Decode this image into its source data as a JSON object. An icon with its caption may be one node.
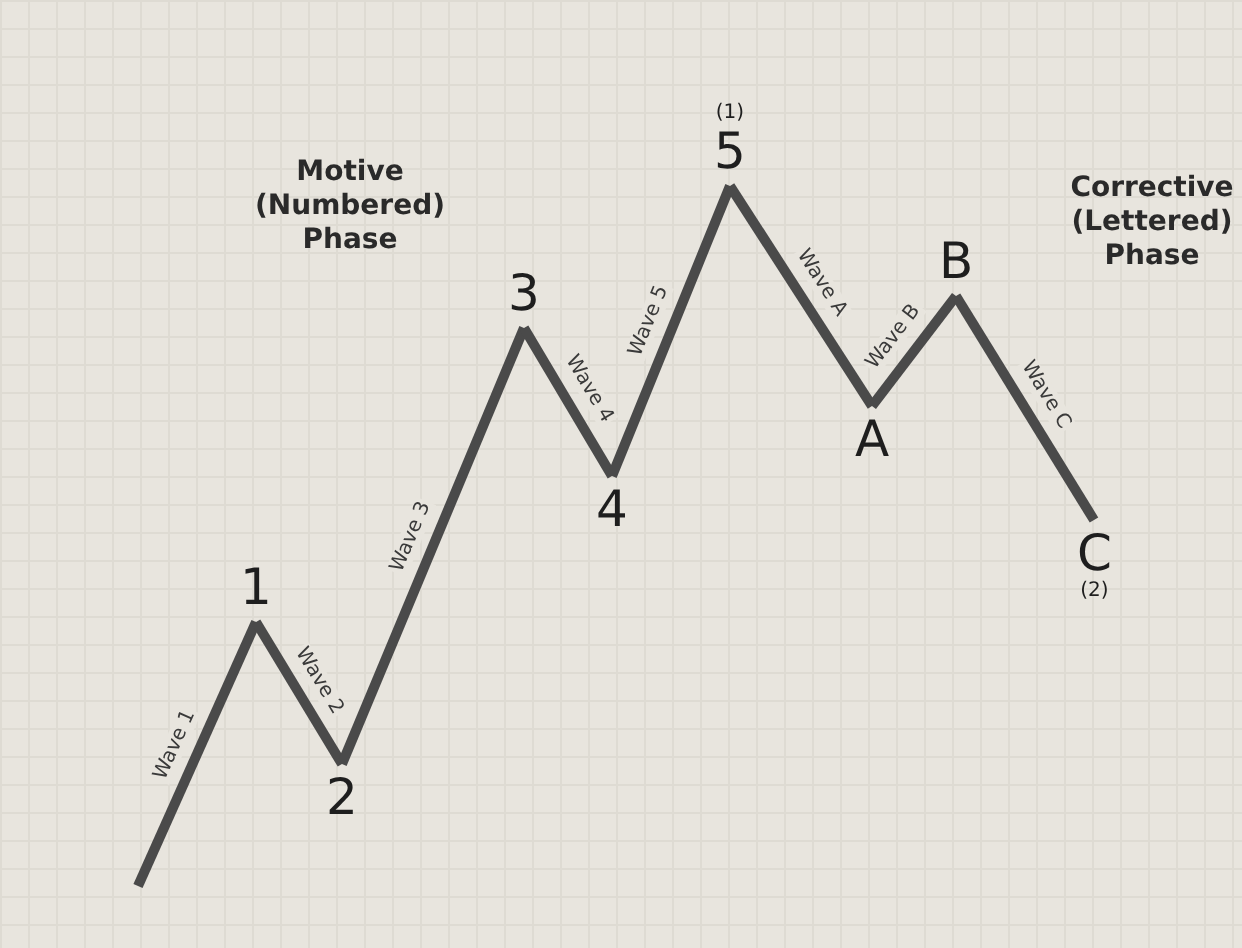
{
  "diagram": {
    "nodes": [
      {
        "text": [
          "1"
        ]
      },
      {
        "text": [
          "2"
        ]
      },
      {
        "text": [
          "3"
        ]
      },
      {
        "text": [
          "4"
        ]
      },
      {
        "text": [
          "5"
        ],
        "beside": [
          "(1)"
        ]
      },
      {
        "text": [
          "A"
        ]
      },
      {
        "text": [
          "B"
        ]
      },
      {
        "text": [
          "C"
        ],
        "beside": [
          "(2)"
        ]
      }
    ],
    "edges": [
      {
        "from": null,
        "to": 0,
        "arrow": "none",
        "label": "Wave 1"
      },
      {
        "from": 0,
        "to": 1,
        "arrow": "none",
        "label": "Wave 2"
      },
      {
        "from": 1,
        "to": 2,
        "arrow": "none",
        "label": "Wave 3"
      },
      {
        "from": 2,
        "to": 3,
        "arrow": "none",
        "label": "Wave 4"
      },
      {
        "from": 3,
        "to": 4,
        "arrow": "none",
        "label": "Wave 5"
      },
      {
        "from": 4,
        "to": 5,
        "arrow": "none",
        "label": "Wave A"
      },
      {
        "from": 5,
        "to": 6,
        "arrow": "none",
        "label": "Wave B"
      },
      {
        "from": 6,
        "to": 7,
        "arrow": "none",
        "label": "Wave C"
      }
    ],
    "labels": [
      "Motive (Numbered) Phase",
      "Corrective (Lettered) Phase"
    ]
  }
}
